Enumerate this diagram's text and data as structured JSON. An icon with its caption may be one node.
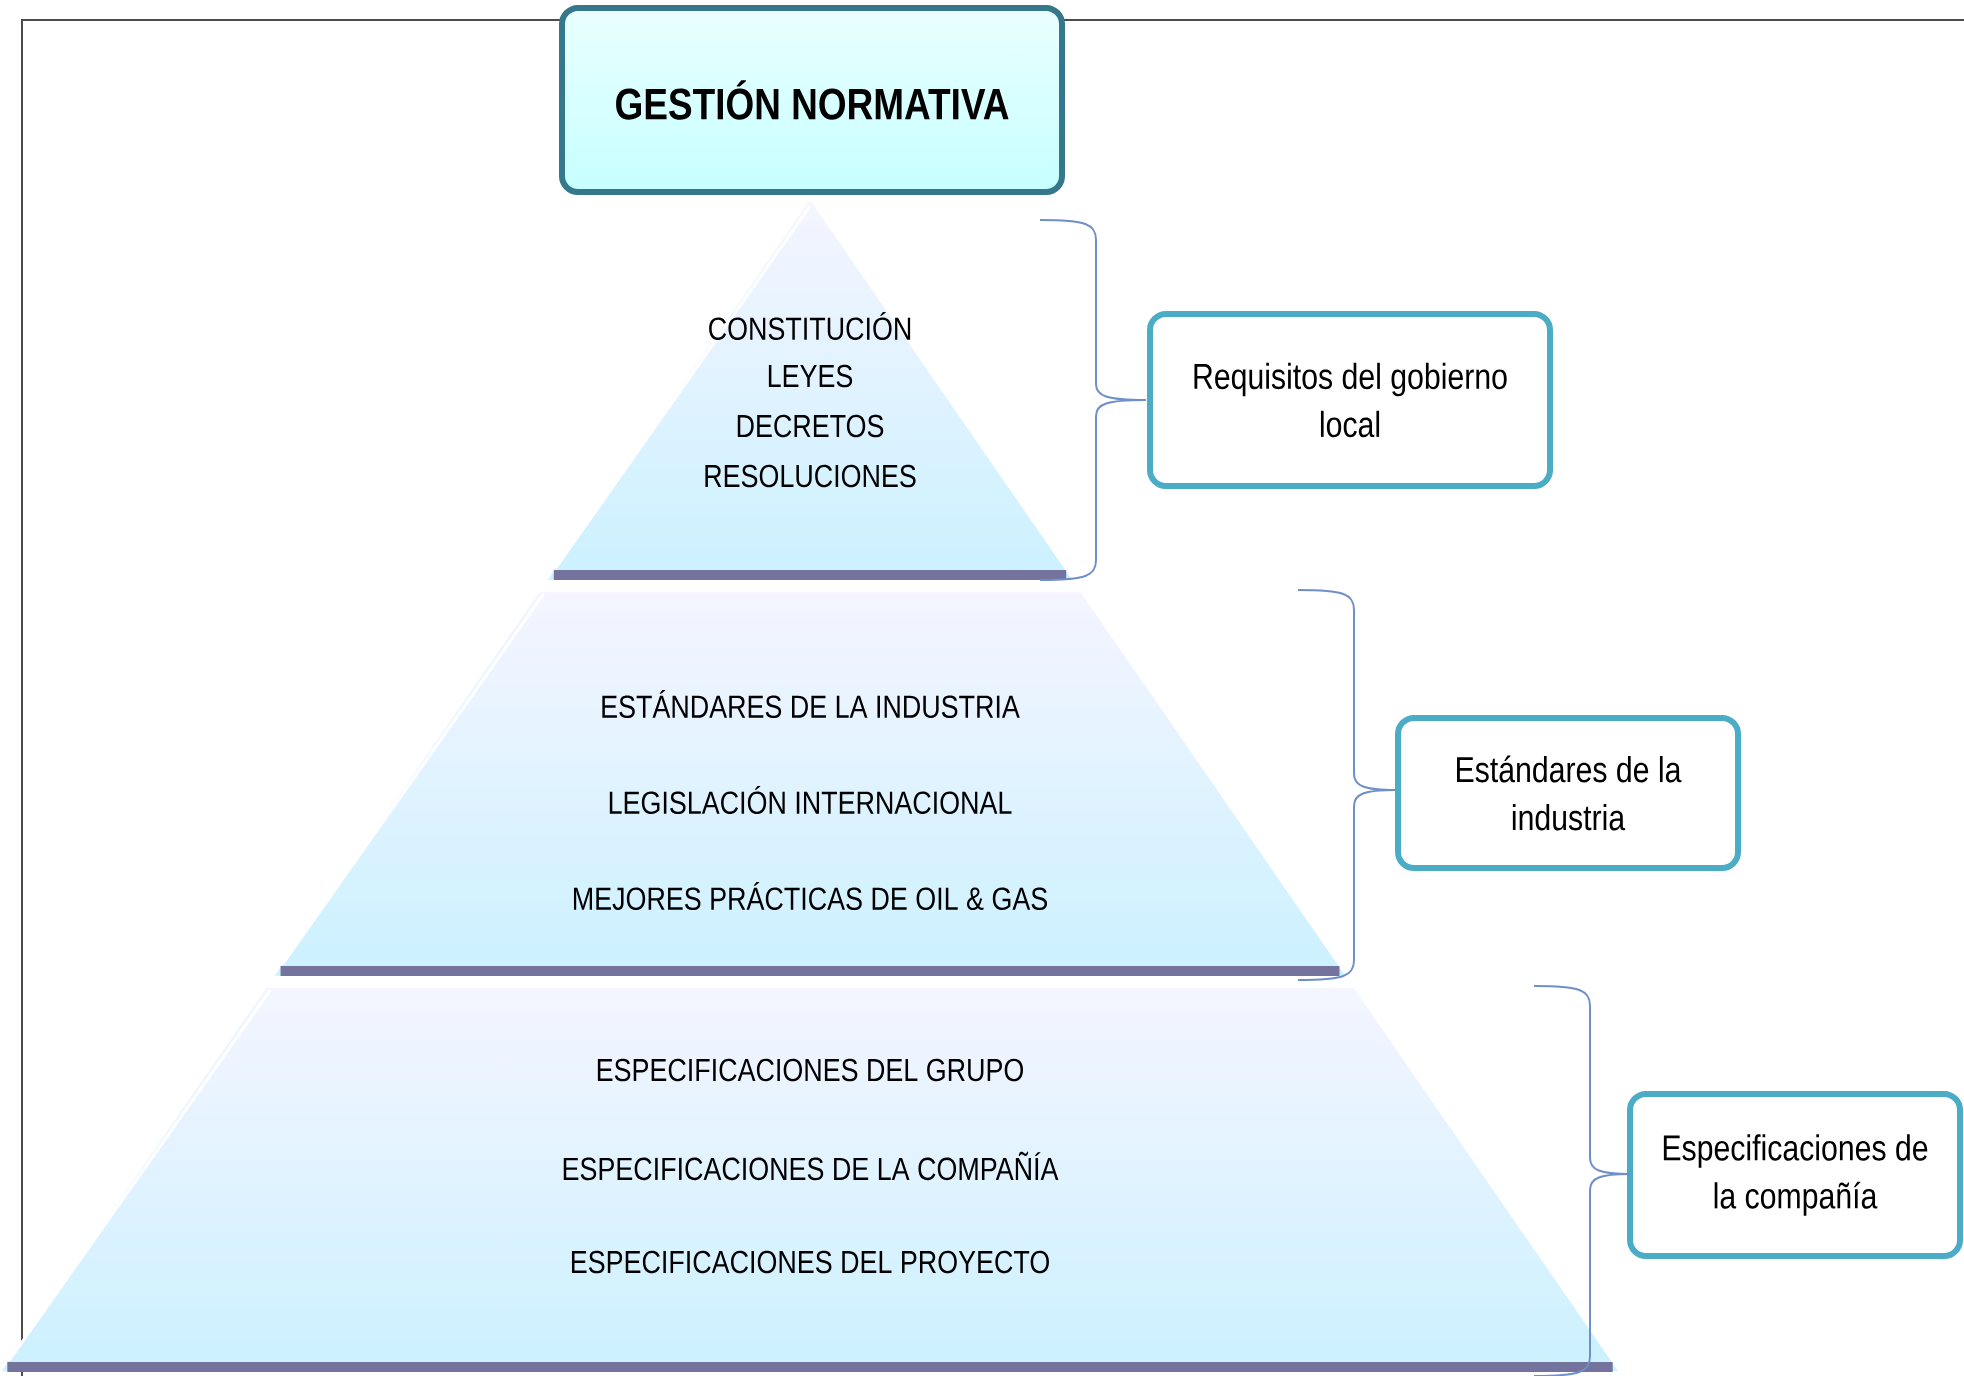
{
  "diagram": {
    "nodes": [
      {
        "text": [
          "GESTIÓN NORMATIVA"
        ]
      },
      {
        "text": [
          "CONSTITUCIÓN",
          "LEYES",
          "DECRETOS",
          "RESOLUCIONES"
        ]
      },
      {
        "text": [
          "Requisitos del gobierno local"
        ]
      },
      {
        "text": [
          "ESTÁNDARES DE LA INDUSTRIA",
          "LEGISLACIÓN INTERNACIONAL",
          "MEJORES PRÁCTICAS DE OIL & GAS"
        ]
      },
      {
        "text": [
          "Estándares de la industria"
        ]
      },
      {
        "text": [
          "ESPECIFICACIONES DEL GRUPO",
          "ESPECIFICACIONES DE LA COMPAÑÍA",
          "ESPECIFICACIONES DEL PROYECTO"
        ]
      },
      {
        "text": [
          "Especificaciones de la compañía"
        ]
      }
    ]
  }
}
